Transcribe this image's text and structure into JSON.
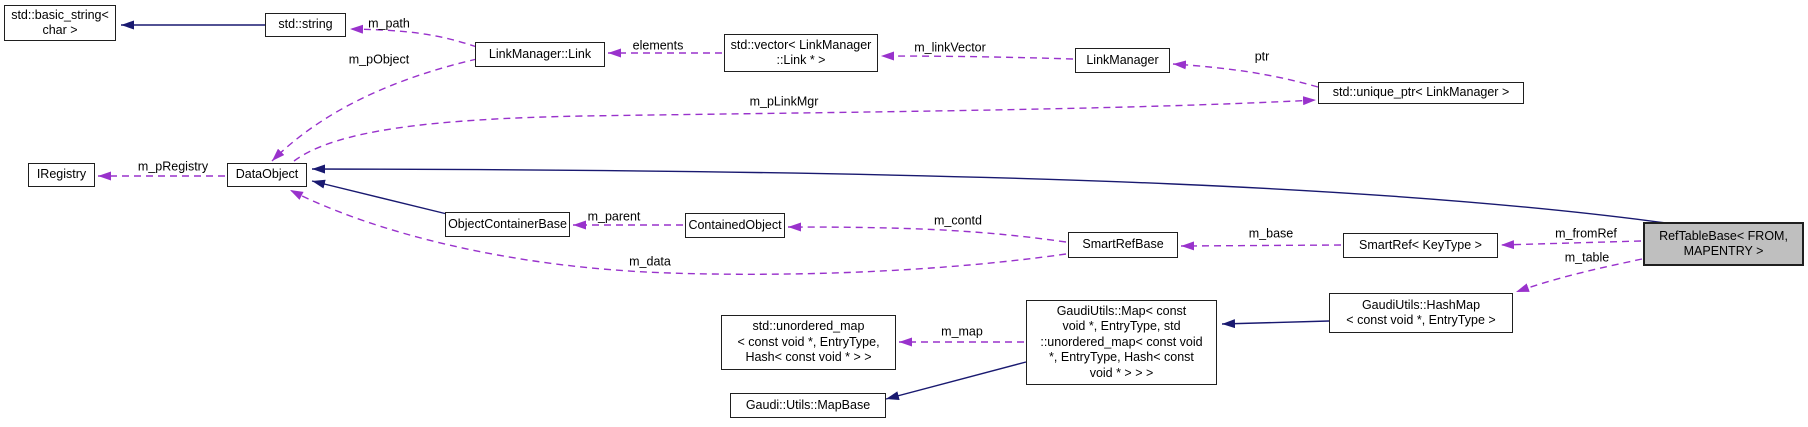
{
  "colors": {
    "edge_dashed": "#9932CC",
    "edge_solid": "#191970",
    "node_border": "#1f1f1f",
    "node_bg": "#ffffff",
    "highlight_bg": "#bfbfbf",
    "text": "#000000"
  },
  "nodes": [
    {
      "id": "std-basic-string",
      "label": "std::basic_string<\nchar >"
    },
    {
      "id": "std-string",
      "label": "std::string"
    },
    {
      "id": "linkmanager-link",
      "label": "LinkManager::Link"
    },
    {
      "id": "std-vector-link",
      "label": "std::vector< LinkManager\n::Link * >"
    },
    {
      "id": "linkmanager",
      "label": "LinkManager"
    },
    {
      "id": "std-unique-ptr",
      "label": "std::unique_ptr< LinkManager >"
    },
    {
      "id": "iregistry",
      "label": "IRegistry"
    },
    {
      "id": "dataobject",
      "label": "DataObject"
    },
    {
      "id": "objectcontainerbase",
      "label": "ObjectContainerBase"
    },
    {
      "id": "containedobject",
      "label": "ContainedObject"
    },
    {
      "id": "smartrefbase",
      "label": "SmartRefBase"
    },
    {
      "id": "smartref-keytype",
      "label": "SmartRef< KeyType >"
    },
    {
      "id": "reftablebase",
      "label": "RefTableBase< FROM,\nMAPENTRY >",
      "highlighted": true
    },
    {
      "id": "gaudiutils-hashmap",
      "label": "GaudiUtils::HashMap\n< const void *, EntryType >"
    },
    {
      "id": "gaudiutils-map",
      "label": "GaudiUtils::Map< const\nvoid *, EntryType, std\n::unordered_map< const void\n*, EntryType, Hash< const\nvoid * > > >"
    },
    {
      "id": "std-unordered-map",
      "label": "std::unordered_map\n< const void *, EntryType,\nHash< const void * > >"
    },
    {
      "id": "gaudi-utils-mapbase",
      "label": "Gaudi::Utils::MapBase"
    }
  ],
  "edges": [
    {
      "label": "m_path",
      "from": "LinkManager::Link",
      "to": "std::string",
      "style": "dashed"
    },
    {
      "label": "m_pObject",
      "from": "LinkManager::Link",
      "to": "DataObject",
      "style": "dashed"
    },
    {
      "label": "elements",
      "from": "std::vector< LinkManager::Link * >",
      "to": "LinkManager::Link",
      "style": "dashed"
    },
    {
      "label": "m_linkVector",
      "from": "LinkManager",
      "to": "std::vector< LinkManager::Link * >",
      "style": "dashed"
    },
    {
      "label": "ptr",
      "from": "std::unique_ptr< LinkManager >",
      "to": "LinkManager",
      "style": "dashed"
    },
    {
      "label": "m_pLinkMgr",
      "from": "DataObject",
      "to": "std::unique_ptr< LinkManager >",
      "style": "dashed"
    },
    {
      "label": "m_pRegistry",
      "from": "DataObject",
      "to": "IRegistry",
      "style": "dashed"
    },
    {
      "label": "m_parent",
      "from": "ContainedObject",
      "to": "ObjectContainerBase",
      "style": "dashed"
    },
    {
      "label": "m_contd",
      "from": "SmartRefBase",
      "to": "ContainedObject",
      "style": "dashed"
    },
    {
      "label": "m_data",
      "from": "SmartRefBase",
      "to": "DataObject",
      "style": "dashed"
    },
    {
      "label": "m_base",
      "from": "SmartRef< KeyType >",
      "to": "SmartRefBase",
      "style": "dashed"
    },
    {
      "label": "m_fromRef",
      "from": "RefTableBase< FROM, MAPENTRY >",
      "to": "SmartRef< KeyType >",
      "style": "dashed"
    },
    {
      "label": "m_table",
      "from": "RefTableBase< FROM, MAPENTRY >",
      "to": "GaudiUtils::HashMap< const void *, EntryType >",
      "style": "dashed"
    },
    {
      "label": "m_map",
      "from": "GaudiUtils::Map",
      "to": "std::unordered_map",
      "style": "dashed"
    },
    {
      "label": "",
      "from": "std::string",
      "to": "std::basic_string< char >",
      "style": "solid"
    },
    {
      "label": "",
      "from": "ObjectContainerBase",
      "to": "DataObject",
      "style": "solid"
    },
    {
      "label": "",
      "from": "RefTableBase< FROM, MAPENTRY >",
      "to": "DataObject",
      "style": "solid"
    },
    {
      "label": "",
      "from": "GaudiUtils::HashMap",
      "to": "GaudiUtils::Map",
      "style": "solid"
    },
    {
      "label": "",
      "from": "GaudiUtils::Map",
      "to": "Gaudi::Utils::MapBase",
      "style": "solid"
    }
  ]
}
